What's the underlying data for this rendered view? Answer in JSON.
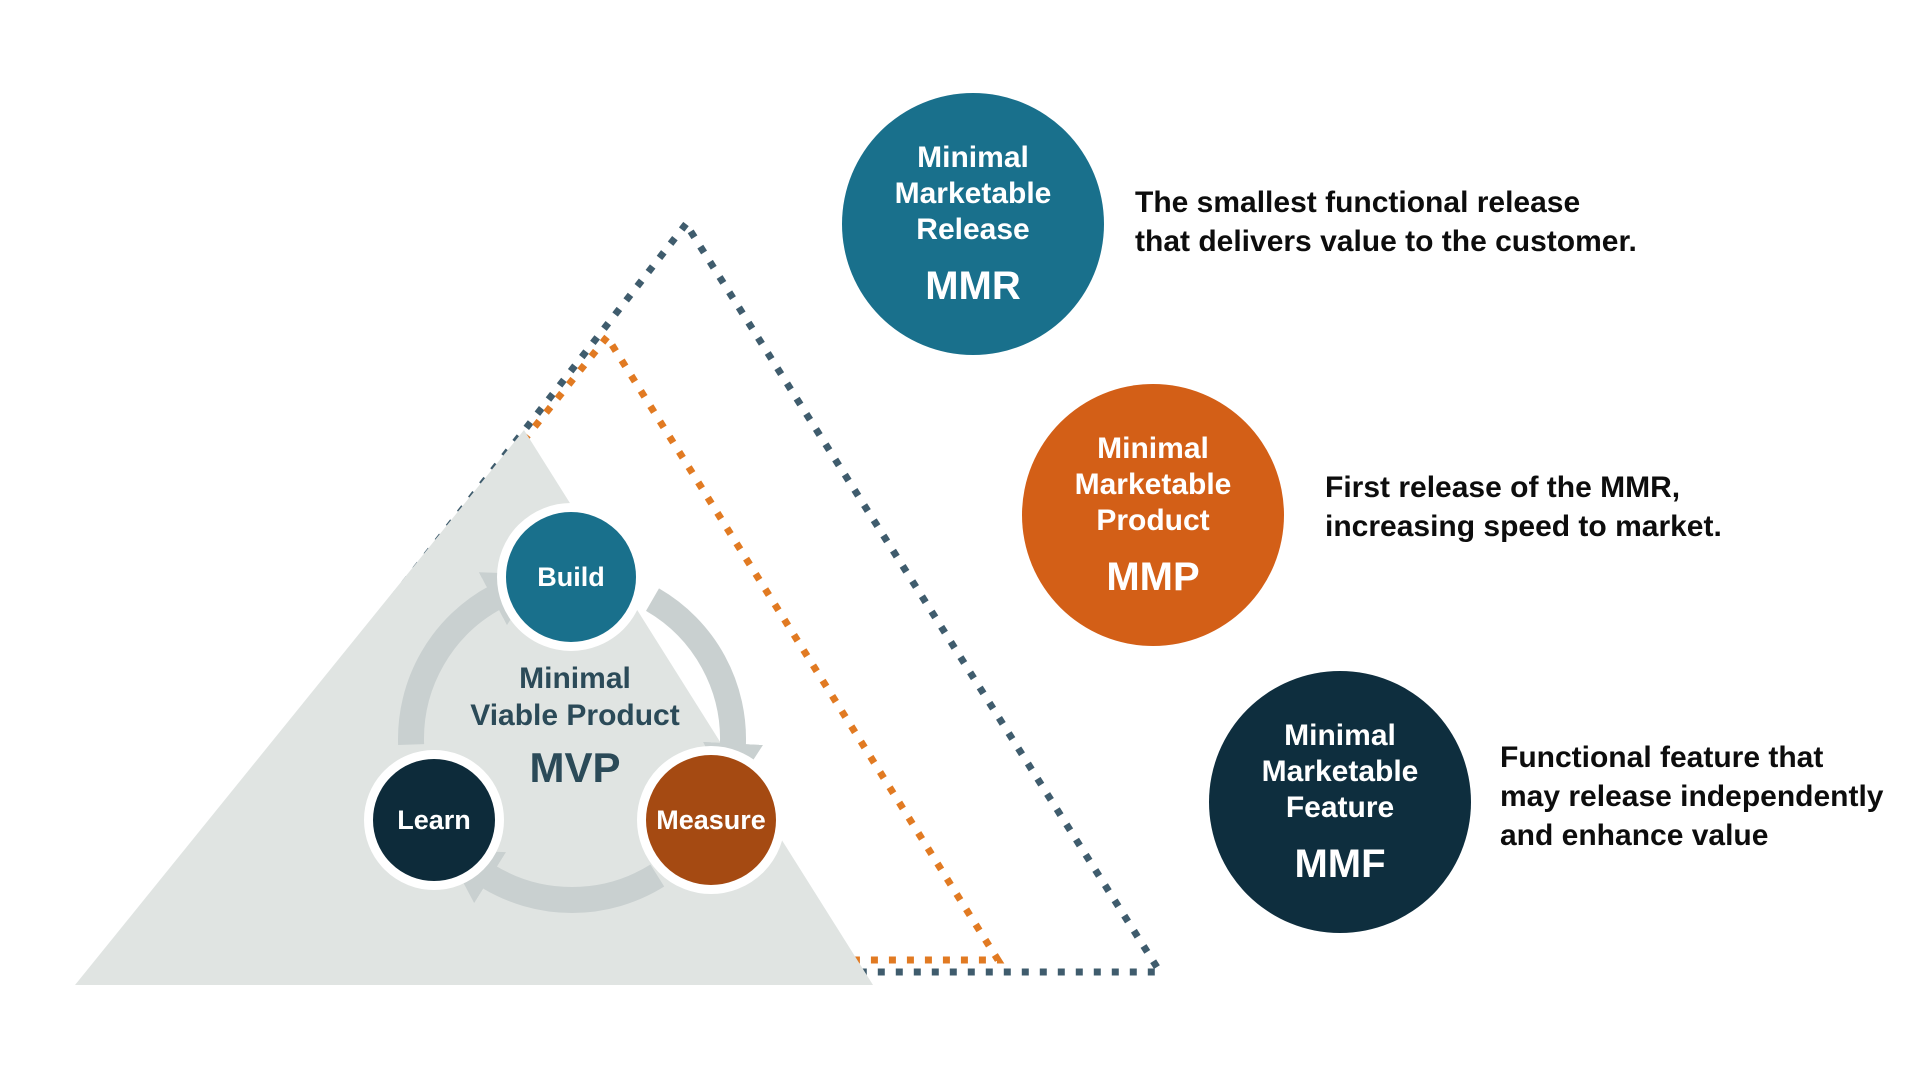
{
  "colors": {
    "teal": "#19708c",
    "orange": "#d35f17",
    "rust": "#a54a12",
    "navy": "#0e2e3e",
    "dark_dash": "#3f5c6d",
    "orange_dash": "#e17a22",
    "gray_triangle": "#e0e4e2",
    "arrow_gray": "#c9d0d0",
    "center_text": "#2b4a58",
    "description_text": "#0d0d0d"
  },
  "mvp": {
    "steps": {
      "build": "Build",
      "measure": "Measure",
      "learn": "Learn"
    },
    "title": "Minimal\nViable Product",
    "acronym": "MVP"
  },
  "items": [
    {
      "title": "Minimal\nMarketable\nRelease",
      "acronym": "MMR",
      "description": "The smallest functional release\nthat delivers value to the customer."
    },
    {
      "title": "Minimal\nMarketable\nProduct",
      "acronym": "MMP",
      "description": "First release of the MMR,\nincreasing speed to market."
    },
    {
      "title": "Minimal\nMarketable\nFeature",
      "acronym": "MMF",
      "description": "Functional feature that\nmay release independently\nand enhance value"
    }
  ]
}
